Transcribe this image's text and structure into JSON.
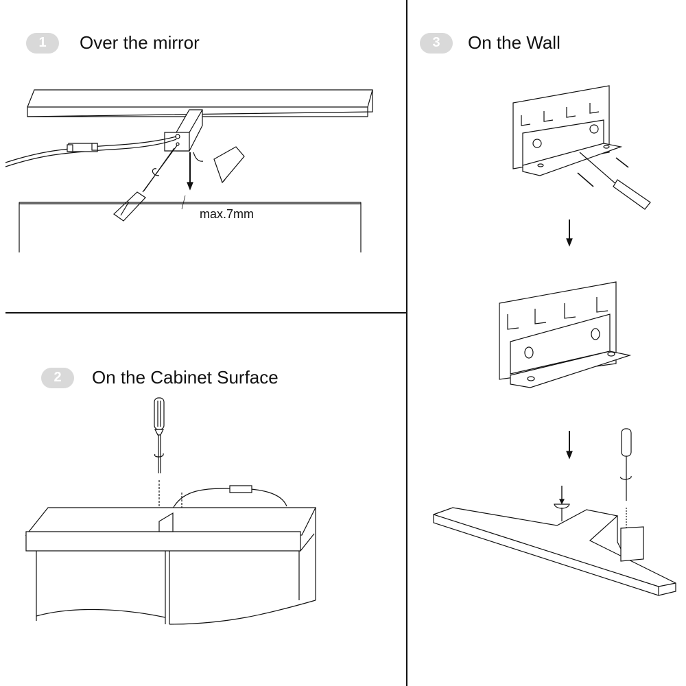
{
  "steps": [
    {
      "number": "1",
      "title": "Over the mirror"
    },
    {
      "number": "2",
      "title": "On the Cabinet Surface"
    },
    {
      "number": "3",
      "title": "On the Wall"
    }
  ],
  "annotations": {
    "gap_label": "max.7mm"
  },
  "colors": {
    "badge": "#d9d9d9",
    "line": "#111111",
    "background": "#ffffff"
  }
}
